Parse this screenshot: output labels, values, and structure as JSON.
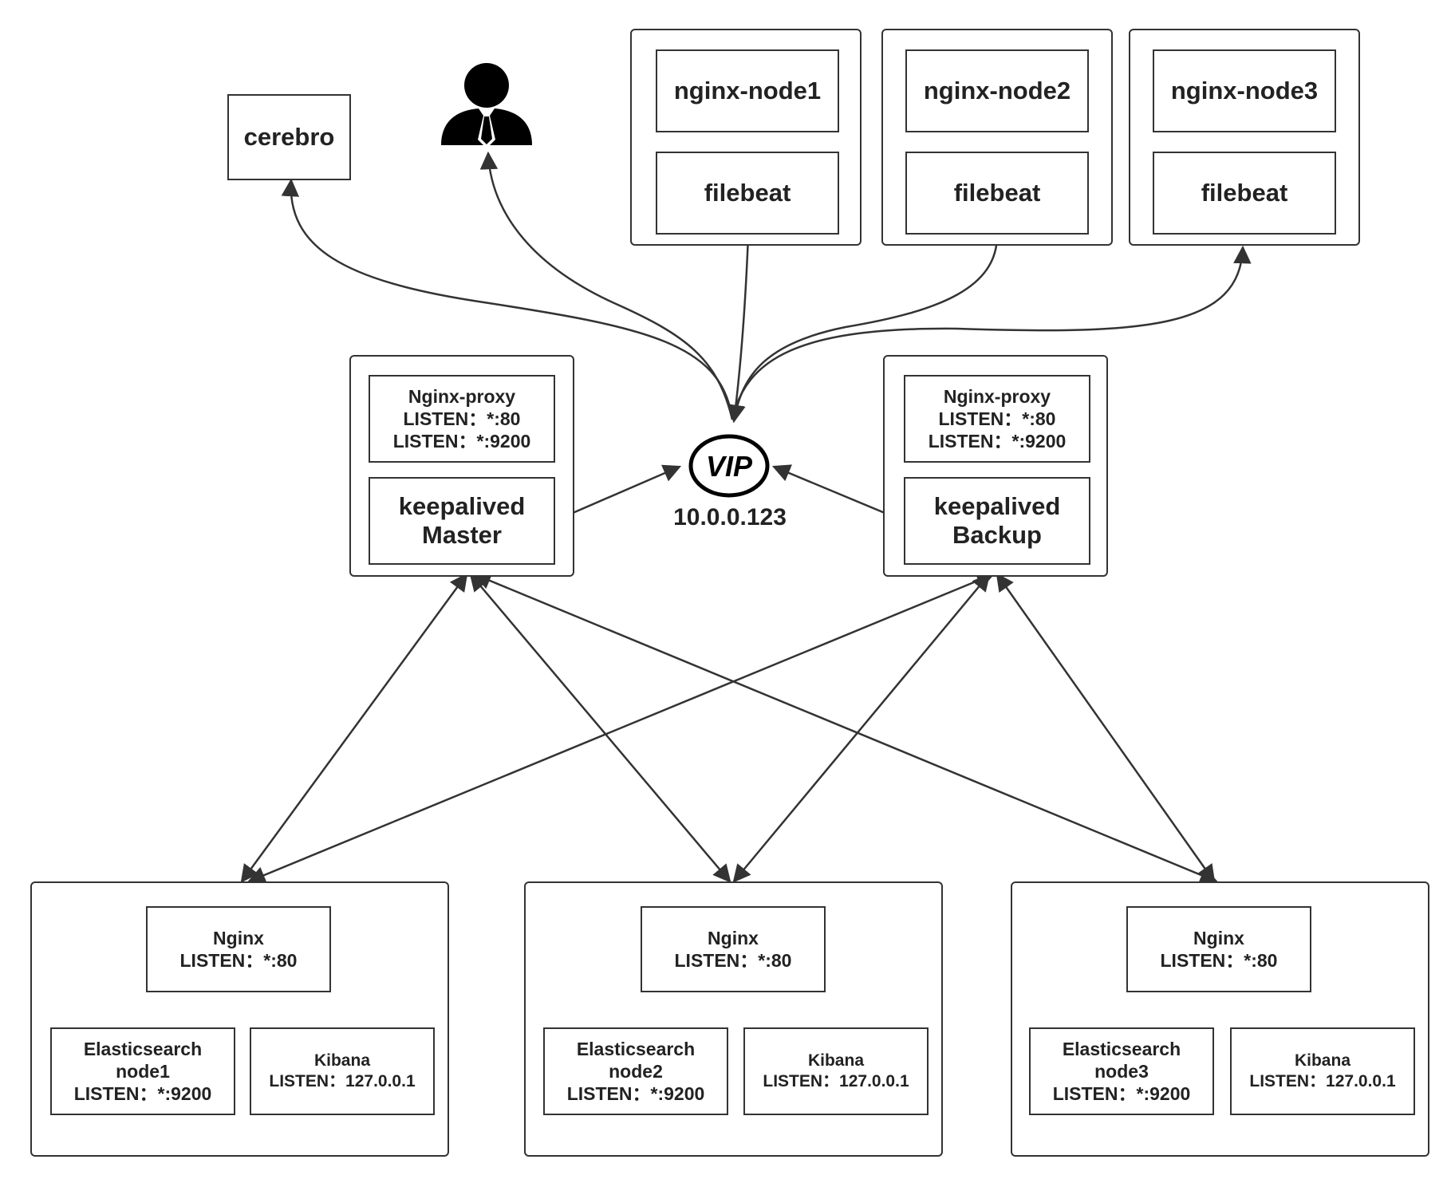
{
  "top_left": {
    "cerebro": "cerebro",
    "user_icon": "user-icon"
  },
  "top_nodes": [
    {
      "nginx": "nginx-node1",
      "filebeat": "filebeat"
    },
    {
      "nginx": "nginx-node2",
      "filebeat": "filebeat"
    },
    {
      "nginx": "nginx-node3",
      "filebeat": "filebeat"
    }
  ],
  "proxies": [
    {
      "proxy": [
        "Nginx-proxy",
        "LISTEN：*:80",
        "LISTEN：*:9200"
      ],
      "keepalived": [
        "keepalived",
        "Master"
      ]
    },
    {
      "proxy": [
        "Nginx-proxy",
        "LISTEN：*:80",
        "LISTEN：*:9200"
      ],
      "keepalived": [
        "keepalived",
        "Backup"
      ]
    }
  ],
  "vip": {
    "badge": "VIP",
    "address": "10.0.0.123"
  },
  "es_nodes": [
    {
      "nginx": [
        "Nginx",
        "LISTEN：*:80"
      ],
      "es": [
        "Elasticsearch",
        "node1",
        "LISTEN：*:9200"
      ],
      "kibana": [
        "Kibana",
        "LISTEN：127.0.0.1"
      ]
    },
    {
      "nginx": [
        "Nginx",
        "LISTEN：*:80"
      ],
      "es": [
        "Elasticsearch",
        "node2",
        "LISTEN：*:9200"
      ],
      "kibana": [
        "Kibana",
        "LISTEN：127.0.0.1"
      ]
    },
    {
      "nginx": [
        "Nginx",
        "LISTEN：*:80"
      ],
      "es": [
        "Elasticsearch",
        "node3",
        "LISTEN：*:9200"
      ],
      "kibana": [
        "Kibana",
        "LISTEN：127.0.0.1"
      ]
    }
  ],
  "colors": {
    "stroke": "#333333",
    "icon": "#000000"
  }
}
